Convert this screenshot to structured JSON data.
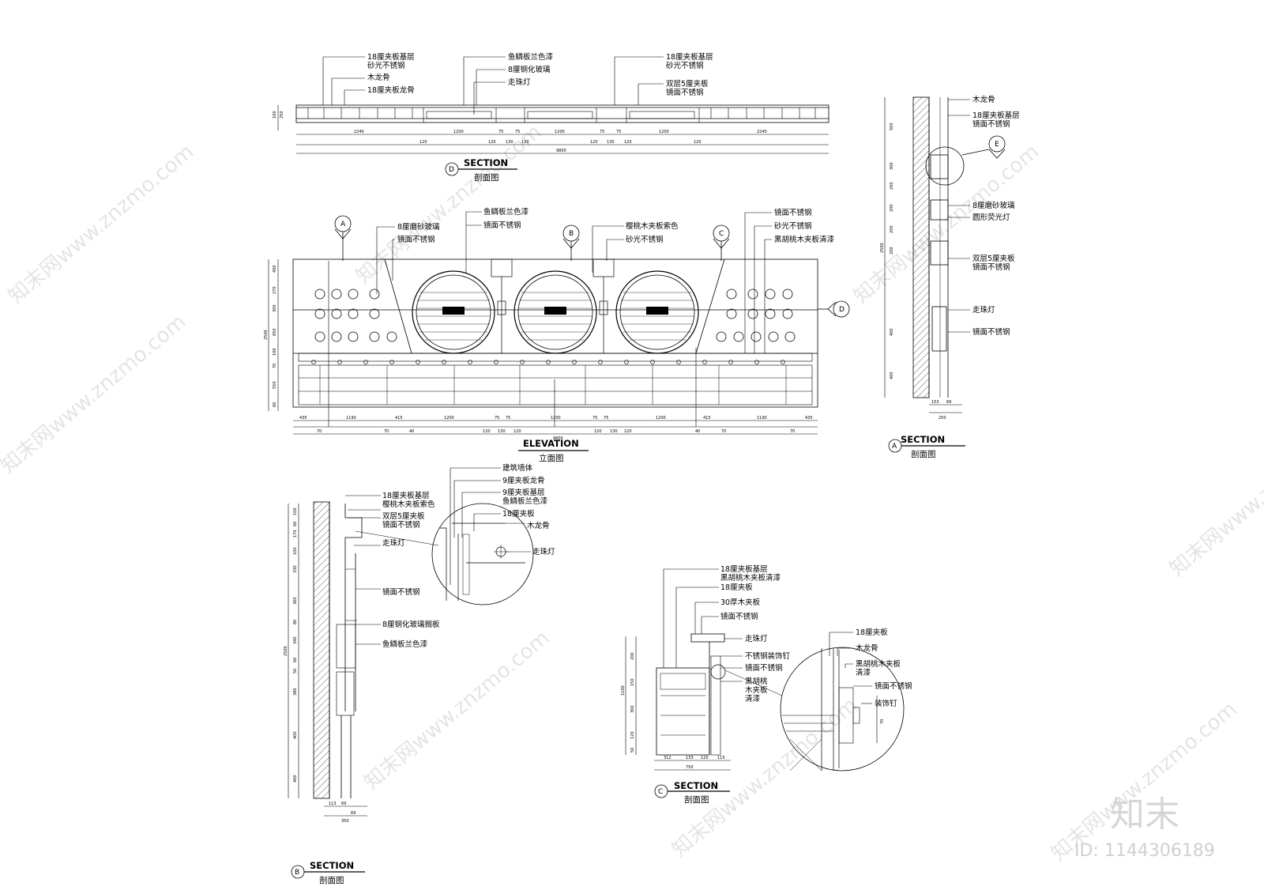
{
  "drawing": {
    "section_d": {
      "tag": "D",
      "title": "SECTION",
      "subtitle": "剖面图",
      "labels": [
        "18厘夹板基层",
        "砂光不锈钢",
        "木龙骨",
        "18厘夹板龙骨",
        "鱼鳞板兰色漆",
        "8厘钢化玻璃",
        "走珠灯",
        "18厘夹板基层",
        "砂光不锈钢",
        "双层5厘夹板",
        "镜面不锈钢"
      ],
      "dims_top": [
        "2240",
        "1200",
        "75",
        "75",
        "1200",
        "75",
        "75",
        "1200",
        "2240"
      ],
      "dims_mid": [
        "120",
        "120",
        "130",
        "120",
        "120",
        "130",
        "120",
        "120"
      ],
      "dim_total": "9800",
      "dims_side": [
        "100",
        "250"
      ]
    },
    "elevation": {
      "title": "ELEVATION",
      "subtitle": "立面图",
      "markers": [
        "A",
        "B",
        "C",
        "D"
      ],
      "labels_left": [
        "8厘磨砂玻璃",
        "镜面不锈钢",
        "鱼鳞板兰色漆",
        "镜面不锈钢"
      ],
      "labels_mid": [
        "樱桃木夹板索色",
        "砂光不锈钢"
      ],
      "labels_right": [
        "镜面不锈钢",
        "砂光不锈钢",
        "黑胡桃木夹板清漆"
      ],
      "dims_bottom": [
        "435",
        "1190",
        "415",
        "1200",
        "75",
        "75",
        "1200",
        "75",
        "75",
        "1200",
        "415",
        "1190",
        "435"
      ],
      "dims_bottom2": [
        "70",
        "70",
        "40",
        "120",
        "130",
        "120",
        "120",
        "130",
        "120",
        "40",
        "70",
        "70"
      ],
      "dim_total": "9800",
      "dims_left": [
        "400",
        "270",
        "300",
        "650",
        "100",
        "70",
        "550",
        "60"
      ],
      "dim_left_total": "2500"
    },
    "section_a": {
      "tag": "A",
      "title": "SECTION",
      "subtitle": "剖面图",
      "detail_tag": "E",
      "labels": [
        "木龙骨",
        "18厘夹板基层",
        "镜面不锈钢",
        "8厘磨砂玻璃",
        "圆形荧光灯",
        "双层5厘夹板",
        "镜面不锈钢",
        "走珠灯",
        "镜面不锈钢"
      ],
      "dims_left": [
        "500",
        "300",
        "200",
        "200",
        "200",
        "200",
        "400",
        "400"
      ],
      "dim_total": "2500",
      "dims_bottom": [
        "153",
        "69",
        "250"
      ]
    },
    "section_b": {
      "tag": "B",
      "title": "SECTION",
      "subtitle": "剖面图",
      "labels": [
        "18厘夹板基层",
        "樱桃木夹板索色",
        "双层5厘夹板",
        "镜面不锈钢",
        "走珠灯",
        "镜面不锈钢",
        "8厘钢化玻璃搁板",
        "鱼鳞板兰色漆"
      ],
      "detail_labels": [
        "建筑墙体",
        "9厘夹板龙骨",
        "9厘夹板基层",
        "鱼鳞板兰色漆",
        "18厘夹板",
        "木龙骨",
        "走珠灯"
      ],
      "dims_left": [
        "100",
        "60",
        "170",
        "100",
        "330",
        "300",
        "80",
        "340",
        "60",
        "50",
        "380",
        "400",
        "400"
      ],
      "dim_total": "2500",
      "dims_bottom": [
        "113",
        "69",
        "69",
        "350"
      ]
    },
    "section_c": {
      "tag": "C",
      "title": "SECTION",
      "subtitle": "剖面图",
      "labels": [
        "18厘夹板基层",
        "黑胡桃木夹板清漆",
        "18厘夹板",
        "30厚木夹板",
        "镜面不锈钢",
        "走珠灯",
        "不锈钢装饰钉",
        "镜面不锈钢",
        "黑胡桃",
        "木夹板",
        "清漆"
      ],
      "detail_labels": [
        "18厘夹板",
        "木龙骨",
        "黑胡桃木夹板",
        "清漆",
        "镜面不锈钢",
        "装饰钉"
      ],
      "dims_left": [
        "200",
        "150",
        "300",
        "120",
        "50"
      ],
      "dim_total": "1100",
      "dims_bottom": [
        "312",
        "133",
        "120",
        "115"
      ],
      "dim_bottom_total": "750",
      "detail_dim": "70"
    }
  },
  "watermark": {
    "text": "知末网www.znzmo.com",
    "brand": "知末",
    "id_text": "ID: 1144306189"
  },
  "colors": {
    "line": "#000000",
    "paper": "#ffffff",
    "watermark": "#cfcfcf"
  }
}
